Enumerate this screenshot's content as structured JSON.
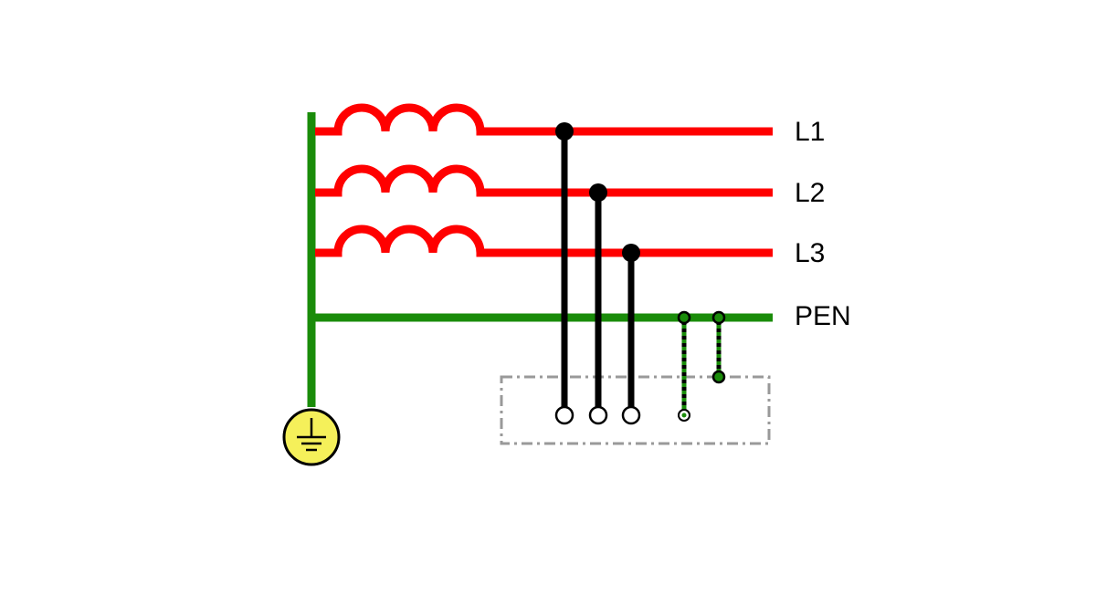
{
  "lines": {
    "l1": "L1",
    "l2": "L2",
    "l3": "L3",
    "pen": "PEN"
  },
  "colors": {
    "phase": "#ff0000",
    "pen": "#1a8c0a",
    "conductor": "#000000",
    "earth_fill": "#f5f05a",
    "enclosure": "#999999"
  },
  "icons": {
    "earth": "earth-ground-icon"
  }
}
